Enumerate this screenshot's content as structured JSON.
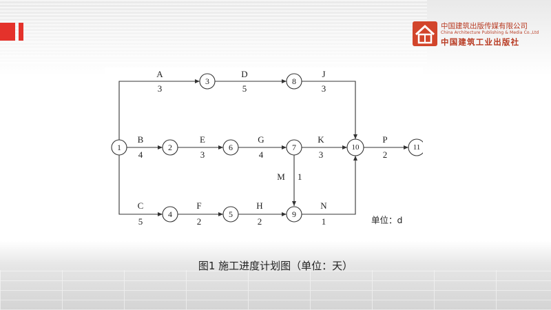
{
  "publisher": {
    "name_cn": "中国建筑出版传媒有限公司",
    "name_en": "China Architecture Publishing & Media Co.,Ltd",
    "name_cn2": "中国建筑工业出版社"
  },
  "diagram": {
    "nodes": [
      "1",
      "2",
      "3",
      "4",
      "5",
      "6",
      "7",
      "8",
      "9",
      "10",
      "11"
    ],
    "activities": [
      {
        "name": "A",
        "duration": "3"
      },
      {
        "name": "D",
        "duration": "5"
      },
      {
        "name": "J",
        "duration": "3"
      },
      {
        "name": "B",
        "duration": "4"
      },
      {
        "name": "E",
        "duration": "3"
      },
      {
        "name": "G",
        "duration": "4"
      },
      {
        "name": "K",
        "duration": "3"
      },
      {
        "name": "P",
        "duration": "2"
      },
      {
        "name": "M",
        "duration": "1"
      },
      {
        "name": "C",
        "duration": "5"
      },
      {
        "name": "F",
        "duration": "2"
      },
      {
        "name": "H",
        "duration": "2"
      },
      {
        "name": "N",
        "duration": "1"
      }
    ],
    "unit_label": "单位：d"
  },
  "caption": "图1 施工进度计划图（单位：天）",
  "colors": {
    "accent_red": "#e4322b",
    "publisher_red": "#b83a22"
  }
}
